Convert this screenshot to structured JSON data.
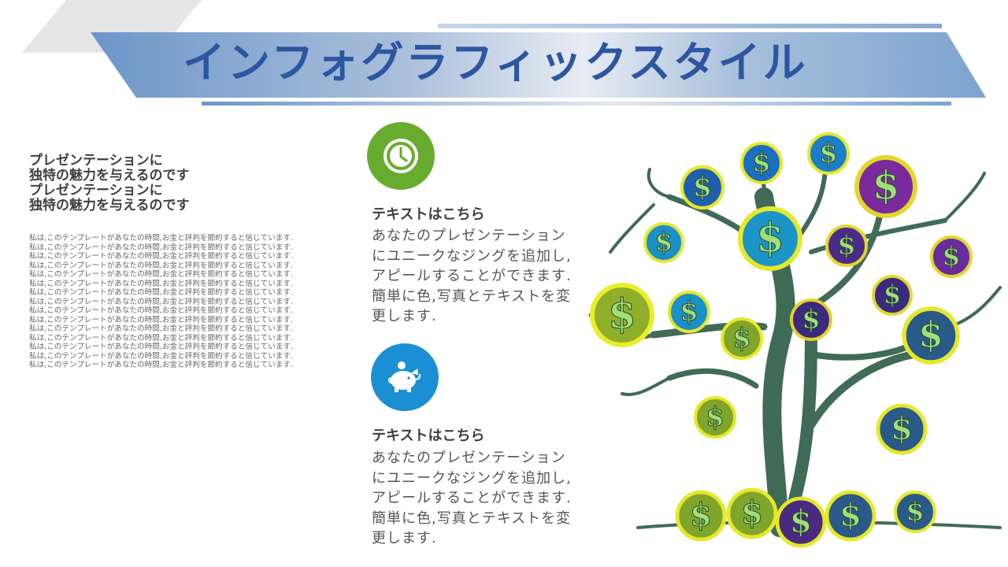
{
  "header": {
    "title": "インフォグラフィックスタイル"
  },
  "left": {
    "headline": "プレゼンテーションに\n独特の魅力を与えるのです\nプレゼンテーションに\n独特の魅力を与えるのです",
    "body_lines": [
      "私は,このテンプレートがあなたの時間,お金と評判を節約すると信じています.",
      "私は,このテンプレートがあなたの時間,お金と評判を節約すると信じています.",
      "私は,このテンプレートがあなたの時間,お金と評判を節約すると信じています.",
      "私は,このテンプレートがあなたの時間,お金と評判を節約すると信じています.",
      "私は,このテンプレートがあなたの時間,お金と評判を節約すると信じています.",
      "私は,このテンプレートがあなたの時間,お金と評判を節約すると信じています.",
      "私は,このテンプレートがあなたの時間,お金と評判を節約すると信じています.",
      "私は,このテンプレートがあなたの時間,お金と評判を節約すると信じています.",
      "私は,このテンプレートがあなたの時間,お金と評判を節約すると信じています.",
      "私は,このテンプレートがあなたの時間,お金と評判を節約すると信じています.",
      "私は,このテンプレートがあなたの時間,お金と評判を節約すると信じています.",
      "私は,このテンプレートがあなたの時間,お金と評判を節約すると信じています.",
      "私は,このテンプレートがあなたの時間,お金と評判を節約すると信じています.",
      "私は,このテンプレートがあなたの時間,お金と評判を節約すると信じています.",
      "私は,このテンプレートがあなたの時間,お金と評判を節約すると信じています."
    ]
  },
  "items": [
    {
      "icon": "clock-icon",
      "color": "#67ac2f",
      "title": "テキストはこちら",
      "text": "あなたのプレゼンテーション\nにユニークなジングを追加し,\nアピールすることができます.\n簡単に色,写真とテキストを変\n更します."
    },
    {
      "icon": "piggy-bank-icon",
      "color": "#1b8fd4",
      "title": "テキストはこちら",
      "text": "あなたのプレゼンテーション\nにユニークなジングを追加し,\nアピールすることができます.\n簡単に色,写真とテキストを変\n更します."
    }
  ],
  "illustration": {
    "name": "money-tree",
    "coin_symbol": "$"
  }
}
